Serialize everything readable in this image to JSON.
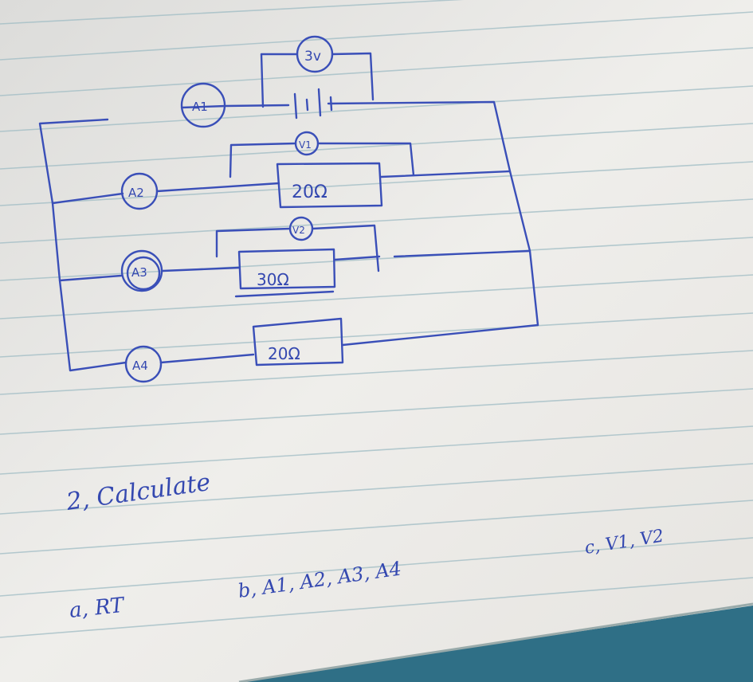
{
  "circuit": {
    "battery": {
      "voltmeter_label": "3v",
      "ammeter_label": "A1"
    },
    "branch1": {
      "ammeter_label": "A2",
      "resistor_label": "20Ω",
      "voltmeter_label": "V1"
    },
    "branch2": {
      "ammeter_label": "A3",
      "resistor_label": "30Ω",
      "voltmeter_label": "V2"
    },
    "branch3": {
      "ammeter_label": "A4",
      "resistor_label": "20Ω"
    }
  },
  "questions": {
    "heading": "2, Calculate",
    "a": "a, RT",
    "b": "b, A1, A2, A3, A4",
    "c": "c, V1, V2"
  },
  "colors": {
    "ink": "#3a4fb8",
    "paper": "#eeedea",
    "rule": "#9fbcc4",
    "cloth": "#2f6f86"
  }
}
